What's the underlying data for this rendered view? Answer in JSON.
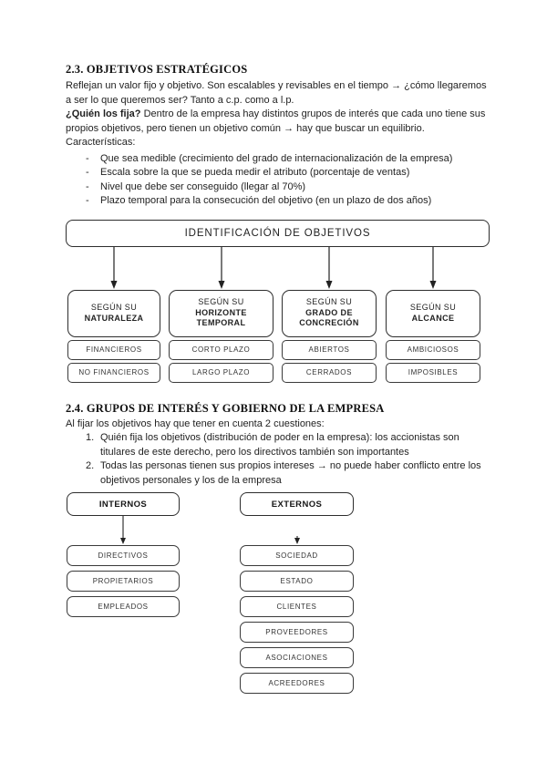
{
  "document": {
    "section_objetivos": {
      "heading": "2.3. OBJETIVOS ESTRATÉGICOS",
      "intro": "Reflejan un valor fijo y objetivo. Son escalables y revisables en el tiempo → ¿cómo llegaremos a ser lo que queremos ser? Tanto a c.p. como a l.p.",
      "who_sets_bold": "¿Quién los fija?",
      "who_sets_rest": " Dentro de la empresa hay distintos grupos de interés que cada uno tiene sus propios objetivos, pero tienen un objetivo común → hay que buscar un equilibrio.",
      "features_label": "Características:",
      "bullet_marker": "-",
      "bullets": [
        "Que sea medible (crecimiento del grado de internacionalización de la empresa)",
        "Escala sobre la que se pueda medir el atributo (porcentaje de ventas)",
        "Nivel que debe ser conseguido (llegar al 70%)",
        "Plazo temporal para la consecución del objetivo (en un plazo de dos años)"
      ]
    },
    "objectives_diagram": {
      "title": "IDENTIFICACIÓN DE OBJETIVOS",
      "columns": [
        {
          "header_line1": "SEGÚN SU",
          "header_line2": "NATURALEZA",
          "items": [
            "FINANCIEROS",
            "NO FINANCIEROS"
          ]
        },
        {
          "header_line1": "SEGÚN SU",
          "header_line2": "HORIZONTE TEMPORAL",
          "items": [
            "CORTO PLAZO",
            "LARGO PLAZO"
          ]
        },
        {
          "header_line1": "SEGÚN SU",
          "header_line2": "GRADO DE CONCRECIÓN",
          "items": [
            "ABIERTOS",
            "CERRADOS"
          ]
        },
        {
          "header_line1": "SEGÚN SU",
          "header_line2": "ALCANCE",
          "items": [
            "AMBICIOSOS",
            "IMPOSIBLES"
          ]
        }
      ]
    },
    "section_grupos": {
      "heading": "2.4. GRUPOS DE INTERÉS Y GOBIERNO DE LA EMPRESA",
      "intro": "Al fijar los objetivos hay que tener en cuenta 2 cuestiones:",
      "numbered_items": [
        {
          "number": "1.",
          "text": "Quién fija los objetivos (distribución de poder en la empresa): los accionistas son titulares de este derecho, pero los directivos también son importantes"
        },
        {
          "number": "2.",
          "text": "Todas las personas tienen sus propios intereses → no puede haber conflicto entre los objetivos personales y los de la empresa"
        }
      ]
    },
    "stakeholders_diagram": {
      "groups": [
        {
          "header": "INTERNOS",
          "items": [
            "DIRECTIVOS",
            "PROPIETARIOS",
            "EMPLEADOS"
          ]
        },
        {
          "header": "EXTERNOS",
          "items": [
            "SOCIEDAD",
            "ESTADO",
            "CLIENTES",
            "PROVEEDORES",
            "ASOCIACIONES",
            "ACREEDORES"
          ]
        }
      ]
    },
    "colors": {
      "page_bg": "#ffffff",
      "text": "#1f1f1f",
      "box_border": "#2d2d2d"
    }
  }
}
